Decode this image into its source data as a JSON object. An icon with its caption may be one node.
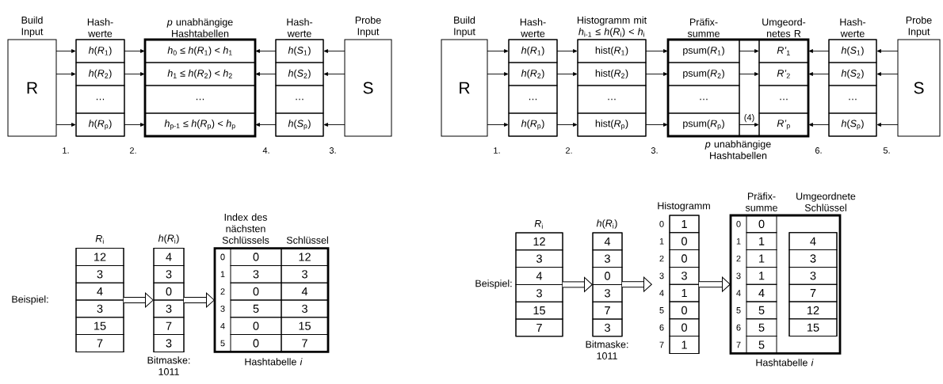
{
  "diagram": {
    "nodes": [
      {
        "text": [
          "Build Input",
          "R"
        ]
      },
      {
        "text": [
          "Hash- werte"
        ]
      },
      {
        "text": [
          "*h*(*R*$_{1}$)"
        ],
        "in": 1
      },
      {
        "text": [
          "*h*(*R*$_{2}$)"
        ],
        "in": 1
      },
      {
        "text": [
          "…"
        ],
        "in": 1
      },
      {
        "text": [
          "*h*(*R*$_{p}$)"
        ],
        "in": 1
      },
      {
        "text": [
          "*p* unabhängige Hashtabellen"
        ]
      },
      {
        "text": [
          "*h*$_{0}$ ≤ *h*(*R*$_{1}$) < *h*$_{1}$"
        ],
        "in": 6
      },
      {
        "text": [
          "*h*$_{1}$ ≤ *h*(*R*$_{2}$) < *h*$_{2}$"
        ],
        "in": 6
      },
      {
        "text": [
          "…"
        ],
        "in": 6
      },
      {
        "text": [
          "*h*$_{p-1}$ ≤ *h*(*R*$_{p}$) < *h*$_{p}$"
        ],
        "in": 6
      },
      {
        "text": [
          "Hash- werte"
        ]
      },
      {
        "text": [
          "*h*(*S*$_{1}$)"
        ],
        "in": 11
      },
      {
        "text": [
          "*h*(*S*$_{2}$)"
        ],
        "in": 11
      },
      {
        "text": [
          "…"
        ],
        "in": 11
      },
      {
        "text": [
          "*h*(*S*$_{p}$)"
        ],
        "in": 11
      },
      {
        "text": [
          "Probe Input",
          "S"
        ]
      },
      {
        "text": [
          "Build Input",
          "R"
        ]
      },
      {
        "text": [
          "Hash- werte"
        ]
      },
      {
        "text": [
          "*h*(*R*$_{1}$)"
        ],
        "in": 18
      },
      {
        "text": [
          "*h*(*R*$_{2}$)"
        ],
        "in": 18
      },
      {
        "text": [
          "…"
        ],
        "in": 18
      },
      {
        "text": [
          "*h*(*R*$_{p}$)"
        ],
        "in": 18
      },
      {
        "text": [
          "Histogramm mit *h*$_{i-1}$ ≤ *h*(*R*$_{i}$) < *h*$_{i}$"
        ]
      },
      {
        "text": [
          "hist(*R*$_{1}$)"
        ],
        "in": 23
      },
      {
        "text": [
          "hist(*R*$_{2}$)"
        ],
        "in": 23
      },
      {
        "text": [
          "…"
        ],
        "in": 23
      },
      {
        "text": [
          "hist(*R*$_{p}$)"
        ],
        "in": 23
      },
      {
        "text": [
          "*p* unabhängige Hashtabellen"
        ]
      },
      {
        "text": [
          "Präfix- summe"
        ],
        "in": 28
      },
      {
        "text": [
          "psum(*R*$_{1}$)"
        ],
        "in": 29
      },
      {
        "text": [
          "psum(*R*$_{2}$)"
        ],
        "in": 29
      },
      {
        "text": [
          "…"
        ],
        "in": 29
      },
      {
        "text": [
          "psum(*R*$_{p}$)"
        ],
        "in": 29
      },
      {
        "text": [
          "Umgeord- netes R"
        ],
        "in": 28
      },
      {
        "text": [
          "*R’*$_{1}$"
        ],
        "in": 34
      },
      {
        "text": [
          "*R’*$_{2}$"
        ],
        "in": 34
      },
      {
        "text": [
          "…"
        ],
        "in": 34
      },
      {
        "text": [
          "*R’*$_{p}$"
        ],
        "in": 34
      },
      {
        "text": [
          "Hash- werte"
        ]
      },
      {
        "text": [
          "*h*(*S*$_{1}$)"
        ],
        "in": 39
      },
      {
        "text": [
          "*h*(*S*$_{2}$)"
        ],
        "in": 39
      },
      {
        "text": [
          "…"
        ],
        "in": 39
      },
      {
        "text": [
          "*h*(*S*$_{p}$)"
        ],
        "in": 39
      },
      {
        "text": [
          "Probe Input",
          "S"
        ]
      },
      {
        "text": [
          "*R*$_{i}$",
          "12",
          "3",
          "4",
          "3",
          "15",
          "7"
        ]
      },
      {
        "text": [
          "*h*(*R*$_{i}$)",
          "4",
          "3",
          "0",
          "3",
          "7",
          "3"
        ],
        "beside": [
          "Bitmaske: 1011"
        ]
      },
      {
        "text": [
          "Index des nächsten Schlüssels",
          "Schlüssel",
          "0",
          "0",
          "12",
          "1",
          "3",
          "3",
          "2",
          "0",
          "4",
          "3",
          "5",
          "3",
          "4",
          "0",
          "15",
          "5",
          "0",
          "7"
        ],
        "beside": [
          "Hashtabelle *i*"
        ]
      },
      {
        "text": [
          "*R*$_{i}$",
          "12",
          "3",
          "4",
          "3",
          "15",
          "7"
        ]
      },
      {
        "text": [
          "*h*(*R*$_{i}$)",
          "4",
          "3",
          "0",
          "3",
          "7",
          "3"
        ],
        "beside": [
          "Bitmaske: 1011"
        ]
      },
      {
        "text": [
          "Histogramm",
          "0",
          "1",
          "1",
          "0",
          "2",
          "0",
          "3",
          "3",
          "4",
          "1",
          "5",
          "0",
          "6",
          "0",
          "7",
          "1"
        ]
      },
      {
        "text": [
          "Präfix- summe",
          "Umgeordnete Schlüssel",
          "0",
          "0",
          "1",
          "1",
          "2",
          "1",
          "3",
          "1",
          "4",
          "4",
          "5",
          "5",
          "6",
          "5",
          "7",
          "5"
        ],
        "beside": [
          "Hashtabelle *i*"
        ]
      },
      {
        "text": [
          "4",
          "3",
          "3",
          "7",
          "12",
          "15"
        ],
        "in": 51
      }
    ],
    "edges": [
      {
        "from": 0,
        "to": 2,
        "arrow": "to"
      },
      {
        "from": 0,
        "to": 3,
        "arrow": "to"
      },
      {
        "from": 0,
        "to": 5,
        "arrow": "to"
      },
      {
        "from": 2,
        "to": 7,
        "arrow": "to"
      },
      {
        "from": 3,
        "to": 8,
        "arrow": "to"
      },
      {
        "from": 5,
        "to": 10,
        "arrow": "to"
      },
      {
        "from": 12,
        "to": 7,
        "arrow": "to"
      },
      {
        "from": 13,
        "to": 8,
        "arrow": "to"
      },
      {
        "from": 15,
        "to": 10,
        "arrow": "to"
      },
      {
        "from": 16,
        "to": 12,
        "arrow": "to"
      },
      {
        "from": 16,
        "to": 13,
        "arrow": "to"
      },
      {
        "from": 16,
        "to": 15,
        "arrow": "to"
      },
      {
        "from": 17,
        "to": 19,
        "arrow": "to"
      },
      {
        "from": 17,
        "to": 20,
        "arrow": "to"
      },
      {
        "from": 17,
        "to": 22,
        "arrow": "to"
      },
      {
        "from": 19,
        "to": 24,
        "arrow": "to"
      },
      {
        "from": 20,
        "to": 25,
        "arrow": "to"
      },
      {
        "from": 22,
        "to": 27,
        "arrow": "to"
      },
      {
        "from": 24,
        "to": 30,
        "arrow": "to"
      },
      {
        "from": 25,
        "to": 31,
        "arrow": "to"
      },
      {
        "from": 27,
        "to": 33,
        "arrow": "to"
      },
      {
        "from": 30,
        "to": 35,
        "arrow": "to"
      },
      {
        "from": 31,
        "to": 36,
        "arrow": "to"
      },
      {
        "from": 33,
        "to": 38,
        "arrow": "to",
        "label": "(4)"
      },
      {
        "from": 40,
        "to": 35,
        "arrow": "to"
      },
      {
        "from": 41,
        "to": 36,
        "arrow": "to"
      },
      {
        "from": 43,
        "to": 38,
        "arrow": "to"
      },
      {
        "from": 44,
        "to": 40,
        "arrow": "to"
      },
      {
        "from": 44,
        "to": 41,
        "arrow": "to"
      },
      {
        "from": 44,
        "to": 43,
        "arrow": "to"
      },
      {
        "from": 45,
        "to": 46,
        "arrow": "to",
        "style": "thick"
      },
      {
        "from": 46,
        "to": 47,
        "arrow": "to",
        "style": "thick"
      },
      {
        "from": 48,
        "to": 49,
        "arrow": "to",
        "style": "thick"
      },
      {
        "from": 49,
        "to": 50,
        "arrow": "to",
        "style": "thick"
      },
      {
        "from": 50,
        "to": 51,
        "arrow": "to",
        "style": "thick"
      }
    ],
    "labels": [
      "1.",
      "2.",
      "4.",
      "3.",
      "1.",
      "2.",
      "3.",
      "6.",
      "5.",
      "Beispiel:",
      "Beispiel:"
    ]
  }
}
